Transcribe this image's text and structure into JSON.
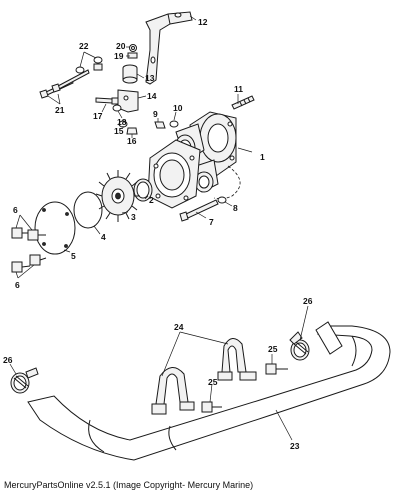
{
  "diagram": {
    "callouts": [
      "1",
      "2",
      "3",
      "4",
      "5",
      "6",
      "6",
      "7",
      "8",
      "9",
      "10",
      "11",
      "12",
      "13",
      "14",
      "15",
      "16",
      "17",
      "18",
      "19",
      "20",
      "21",
      "22",
      "23",
      "24",
      "25",
      "25",
      "26",
      "26"
    ]
  },
  "footer": {
    "text": "MercuryPartsOnline v2.5.1 (Image Copyright- Mercury Marine)"
  }
}
